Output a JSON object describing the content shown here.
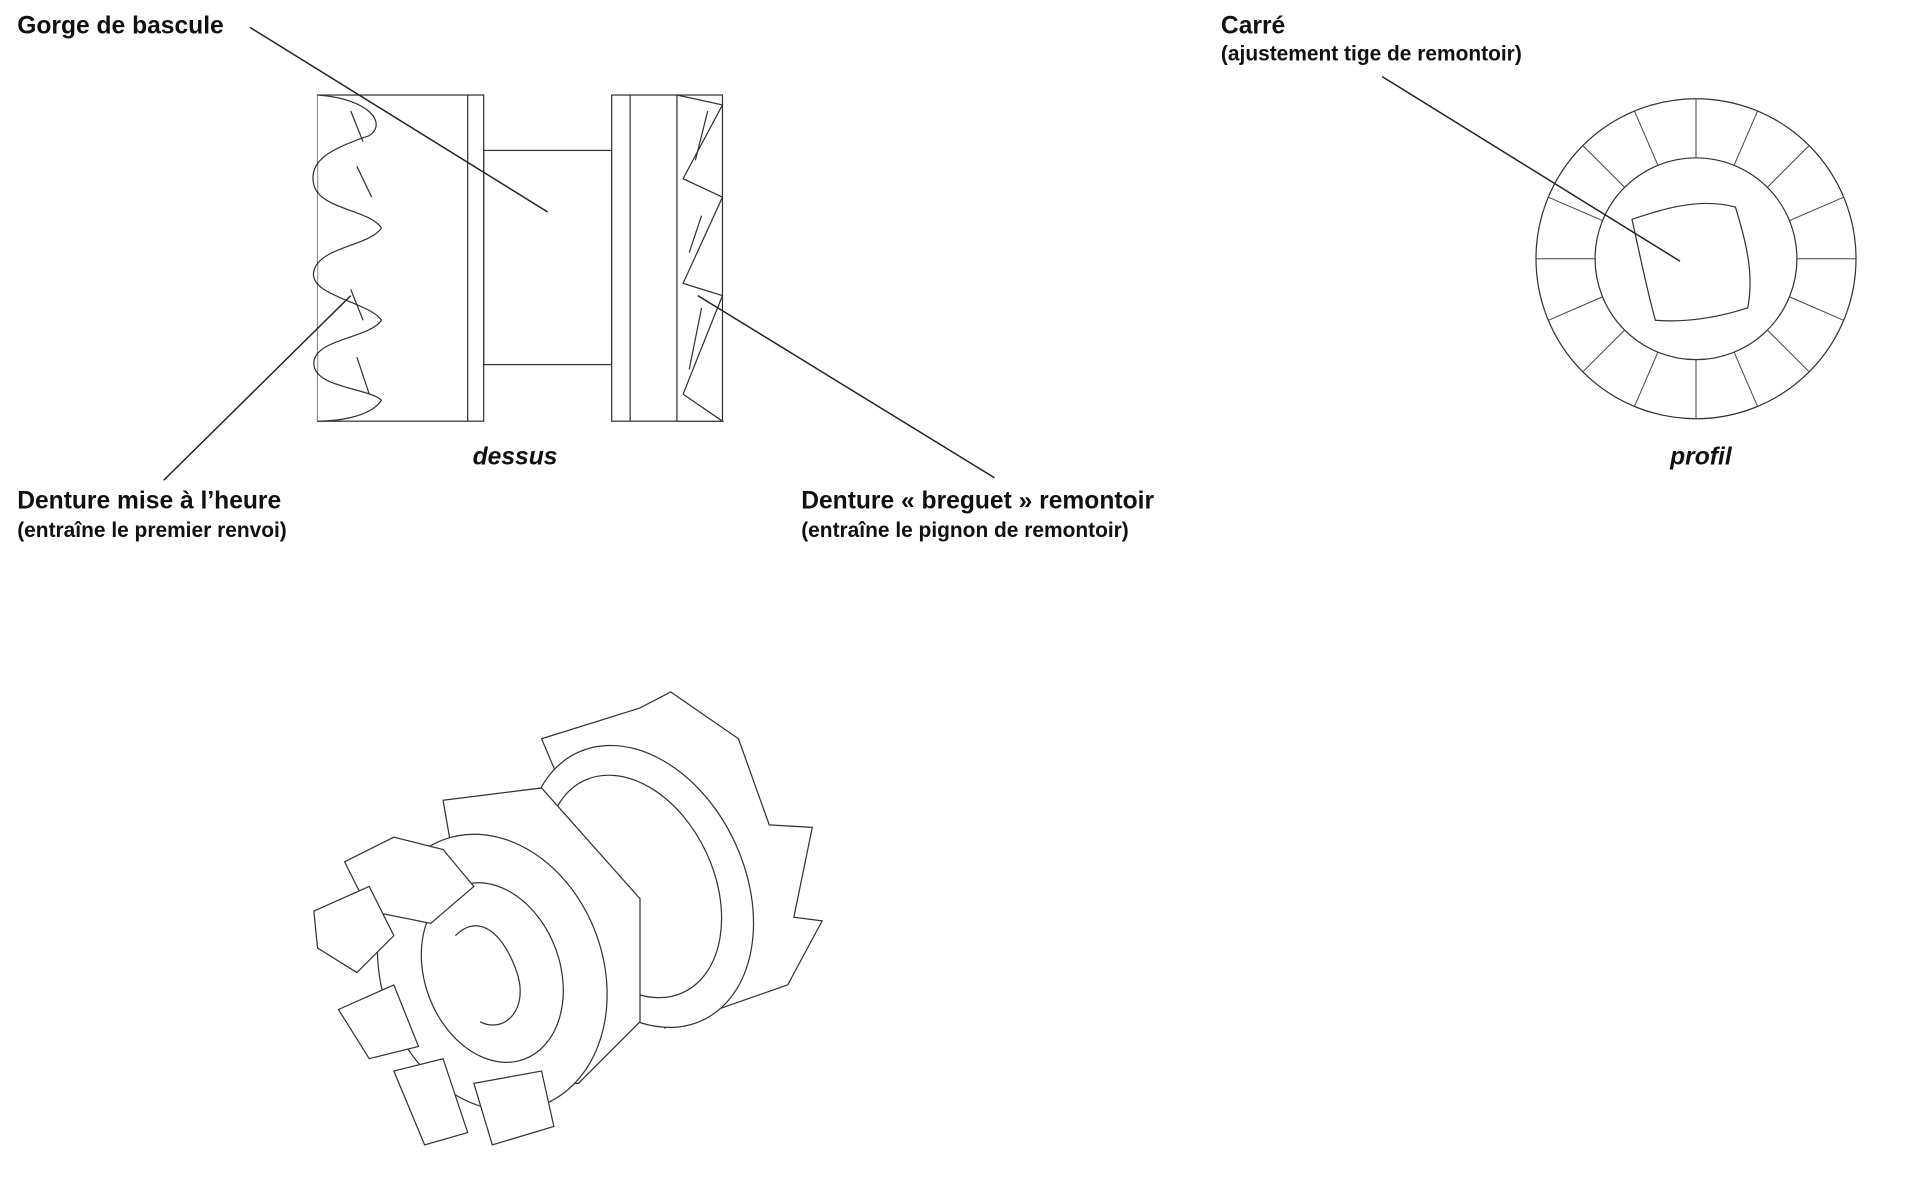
{
  "labels": {
    "gorge": "Gorge de bascule",
    "carre": "Carré",
    "carre_sub": "(ajustement tige de remontoir)",
    "denture_heure": "Denture mise à l’heure",
    "denture_heure_sub": "(entraîne le premier renvoi)",
    "denture_breguet": "Denture « breguet » remontoir",
    "denture_breguet_sub": "(entraîne le pignon de remontoir)"
  },
  "captions": {
    "top_view": "dessus",
    "profile_view": "profil"
  }
}
